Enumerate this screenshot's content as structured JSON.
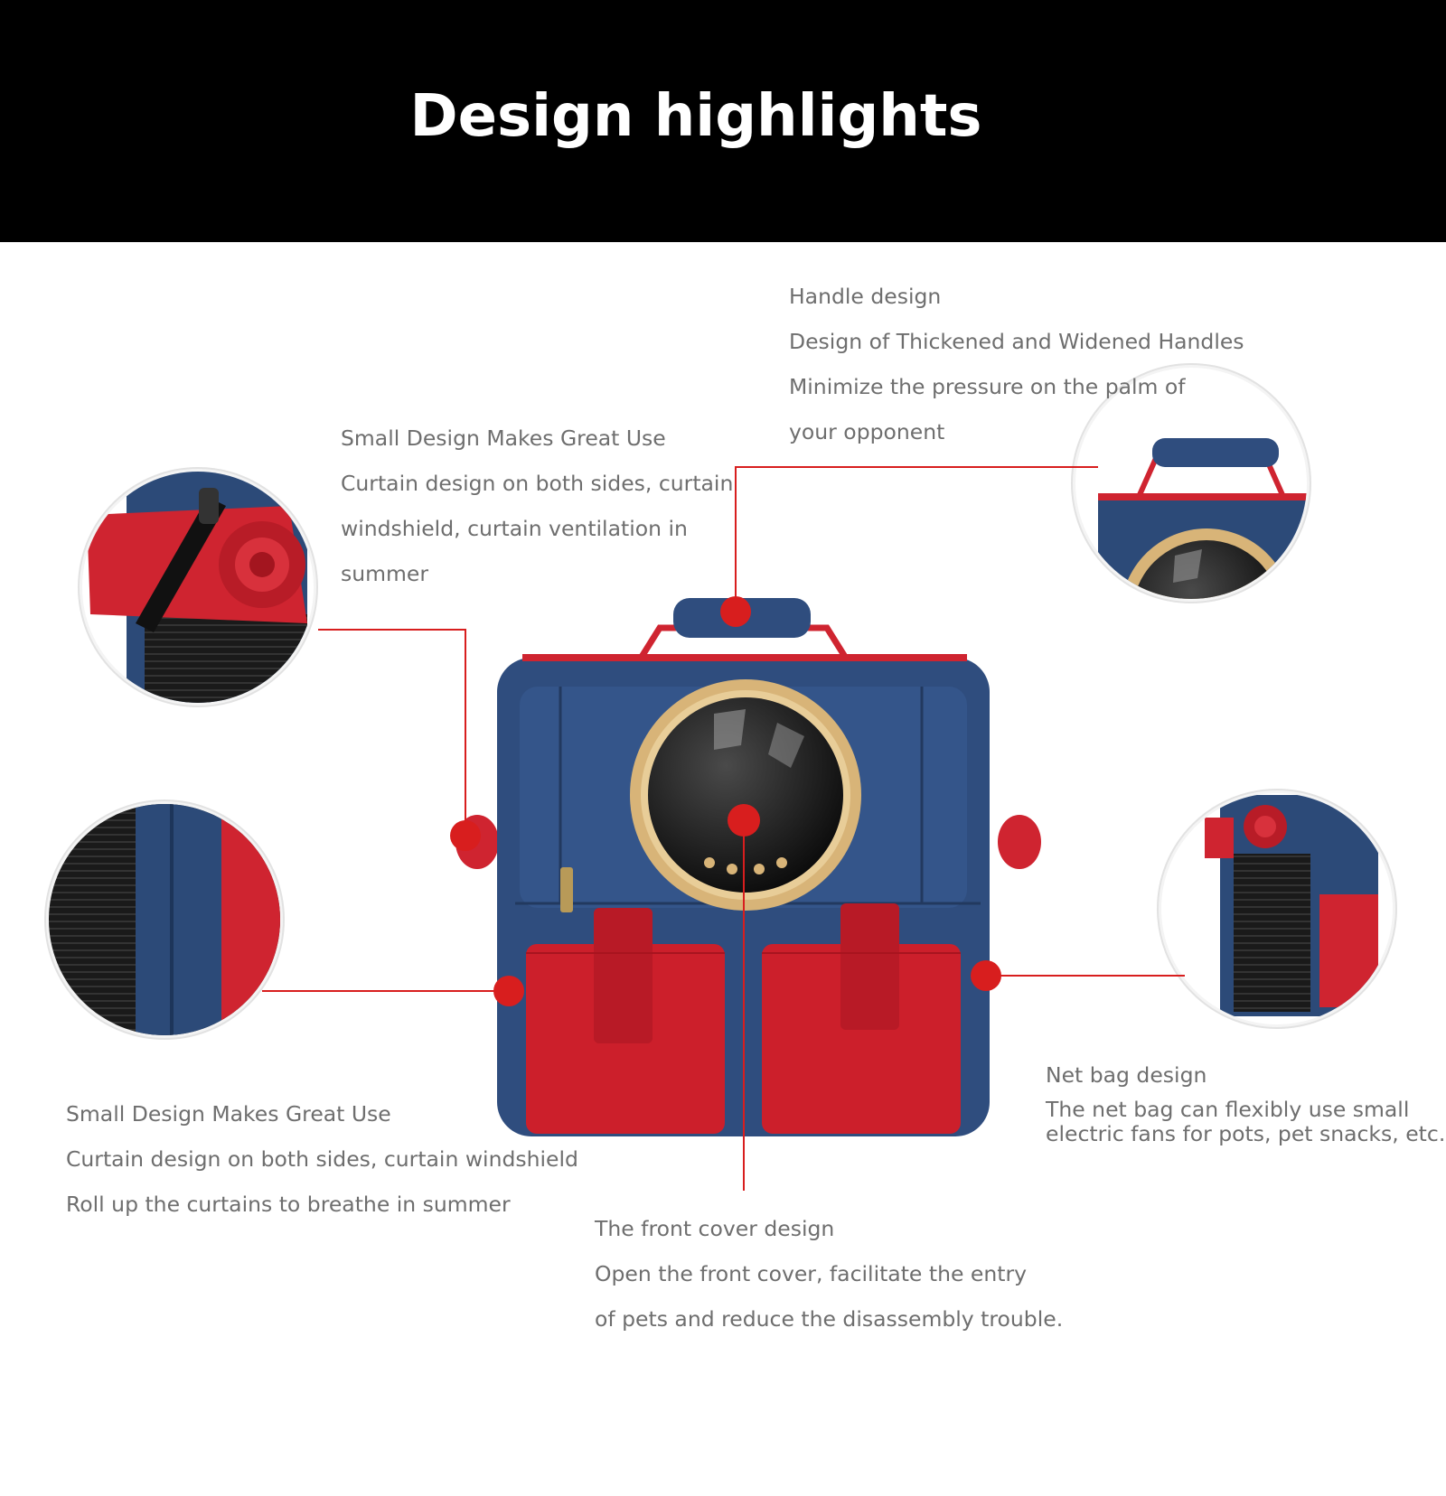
{
  "title": "Design highlights",
  "callouts": {
    "handle": {
      "title": "Handle design",
      "lines": [
        "Design of Thickened and Widened Handles",
        "Minimize the pressure on the palm of",
        "your opponent"
      ]
    },
    "top_left": {
      "title": "Small Design Makes Great Use",
      "lines": [
        "Curtain design on both sides, curtain",
        "windshield, curtain ventilation in",
        "summer"
      ]
    },
    "bottom_left": {
      "title": "Small Design Makes Great Use",
      "lines": [
        "Curtain design on both sides, curtain windshield",
        "Roll up the curtains to breathe in summer"
      ]
    },
    "net_bag": {
      "title": "Net bag design",
      "lines": [
        "The net bag can flexibly use small",
        "electric fans for pots, pet snacks, etc."
      ]
    },
    "front_cover": {
      "title": "The front cover design",
      "lines": [
        "Open the front cover, facilitate the entry",
        "of pets and reduce the disassembly trouble."
      ]
    }
  },
  "colors": {
    "header_bg": "#000000",
    "text": "#6e6e6e",
    "accent_red": "#d81e1e",
    "bag_navy": "#2f4d7e",
    "bag_red": "#cc1f2b",
    "gold_ring": "#d8b478"
  }
}
